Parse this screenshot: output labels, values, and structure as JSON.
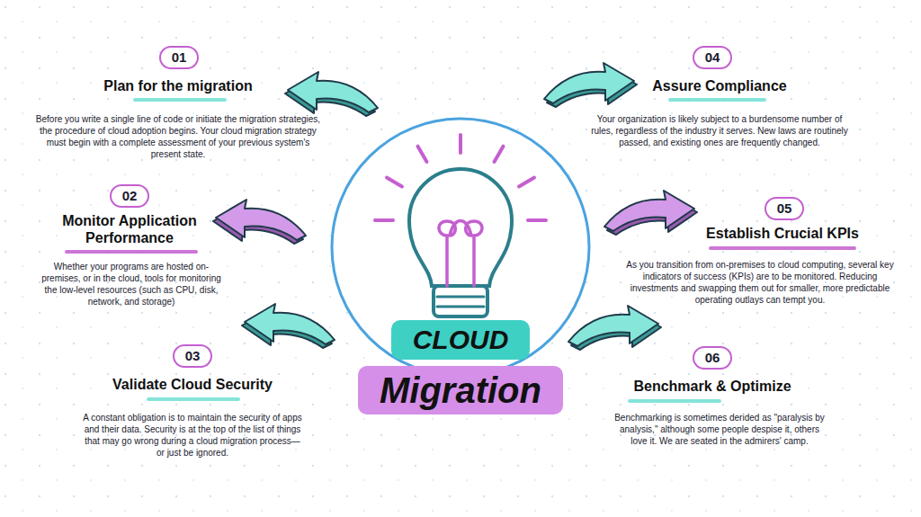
{
  "diagram": {
    "nodes": [
      {
        "text": [
          "01"
        ]
      },
      {
        "text": [
          "02"
        ]
      },
      {
        "text": [
          "03"
        ]
      },
      {
        "text": [
          "04"
        ]
      },
      {
        "text": [
          "05"
        ]
      },
      {
        "text": [
          "06"
        ]
      },
      {
        "text": [
          "CLOUD"
        ]
      },
      {
        "text": [
          "Migration"
        ]
      }
    ],
    "labels": [
      "Plan for the migration",
      "Before you write a single line of code or initiate the migration strategies, the procedure of cloud adoption begins. Your cloud migration strategy must begin with a complete assessment of your previous system's present state.",
      "Monitor Application Performance",
      "Whether your programs are hosted on-premises, or in the cloud, tools for monitoring the low-level resources (such as CPU, disk, network, and storage)",
      "Validate Cloud Security",
      "A constant obligation is to maintain the security of apps and their data. Security is at the top of the list of things that may go wrong during a cloud migration process—or just be ignored.",
      "Assure Compliance",
      "Your organization is likely subject to a burdensome number of rules, regardless of the industry it serves. New laws are routinely passed, and existing ones are frequently changed.",
      "Establish Crucial KPIs",
      "As you transition from on-premises to cloud computing, several key indicators of success (KPIs) are to be monitored. Reducing investments and swapping them out for smaller, more predictable operating outlays can tempt you.",
      "Benchmark & Optimize",
      "Benchmarking is sometimes derided as \"paralysis by analysis,\" although some people despise it, others love it. We are seated in the admirers' camp."
    ]
  }
}
